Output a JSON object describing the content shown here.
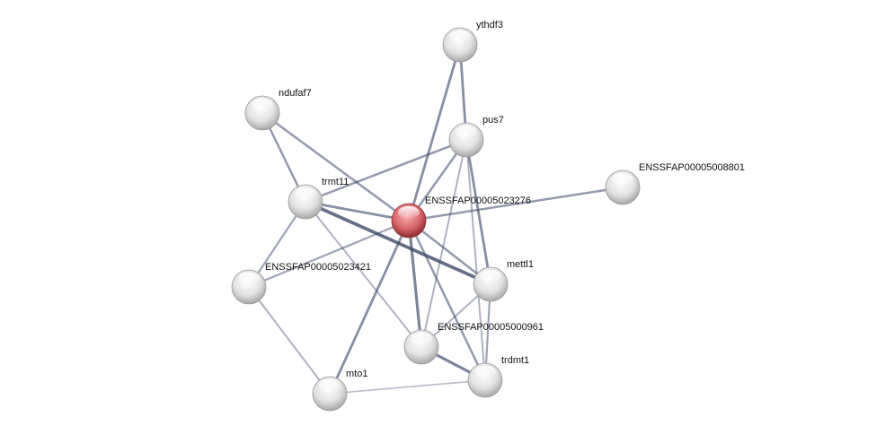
{
  "network": {
    "nodes": [
      {
        "id": "ythdf3",
        "label": "ythdf3",
        "query": false
      },
      {
        "id": "ndufaf7",
        "label": "ndufaf7",
        "query": false
      },
      {
        "id": "pus7",
        "label": "pus7",
        "query": false
      },
      {
        "id": "ENSSFAP00005008801",
        "label": "ENSSFAP00005008801",
        "query": false
      },
      {
        "id": "trmt11",
        "label": "trmt11",
        "query": false
      },
      {
        "id": "ENSSFAP00005023276",
        "label": "ENSSFAP00005023276",
        "query": true
      },
      {
        "id": "ENSSFAP00005023421",
        "label": "ENSSFAP00005023421",
        "query": false
      },
      {
        "id": "mettl1",
        "label": "mettl1",
        "query": false
      },
      {
        "id": "ENSSFAP00005000961",
        "label": "ENSSFAP00005000961",
        "query": false
      },
      {
        "id": "trdmt1",
        "label": "trdmt1",
        "query": false
      },
      {
        "id": "mto1",
        "label": "mto1",
        "query": false
      }
    ],
    "edges": [
      {
        "source": "ythdf3",
        "target": "pus7",
        "strength": 0.6
      },
      {
        "source": "ythdf3",
        "target": "ENSSFAP00005023276",
        "strength": 0.6
      },
      {
        "source": "ndufaf7",
        "target": "ENSSFAP00005023276",
        "strength": 0.5
      },
      {
        "source": "ndufaf7",
        "target": "trmt11",
        "strength": 0.5
      },
      {
        "source": "pus7",
        "target": "trmt11",
        "strength": 0.5
      },
      {
        "source": "pus7",
        "target": "ENSSFAP00005023276",
        "strength": 0.5
      },
      {
        "source": "pus7",
        "target": "mettl1",
        "strength": 0.6
      },
      {
        "source": "pus7",
        "target": "trdmt1",
        "strength": 0.3
      },
      {
        "source": "pus7",
        "target": "ENSSFAP00005000961",
        "strength": 0.3
      },
      {
        "source": "ENSSFAP00005023276",
        "target": "ENSSFAP00005008801",
        "strength": 0.5
      },
      {
        "source": "trmt11",
        "target": "ENSSFAP00005023276",
        "strength": 0.6
      },
      {
        "source": "trmt11",
        "target": "mettl1",
        "strength": 0.9
      },
      {
        "source": "trmt11",
        "target": "ENSSFAP00005023421",
        "strength": 0.4
      },
      {
        "source": "trmt11",
        "target": "ENSSFAP00005000961",
        "strength": 0.3
      },
      {
        "source": "ENSSFAP00005023276",
        "target": "ENSSFAP00005023421",
        "strength": 0.4
      },
      {
        "source": "ENSSFAP00005023276",
        "target": "mettl1",
        "strength": 0.5
      },
      {
        "source": "ENSSFAP00005023276",
        "target": "ENSSFAP00005000961",
        "strength": 0.7
      },
      {
        "source": "ENSSFAP00005023276",
        "target": "mto1",
        "strength": 0.6
      },
      {
        "source": "ENSSFAP00005023276",
        "target": "trdmt1",
        "strength": 0.5
      },
      {
        "source": "mettl1",
        "target": "ENSSFAP00005000961",
        "strength": 0.3
      },
      {
        "source": "mettl1",
        "target": "trdmt1",
        "strength": 0.4
      },
      {
        "source": "ENSSFAP00005000961",
        "target": "trdmt1",
        "strength": 0.7
      },
      {
        "source": "ENSSFAP00005023421",
        "target": "mto1",
        "strength": 0.3
      },
      {
        "source": "mto1",
        "target": "trdmt1",
        "strength": 0.2
      }
    ]
  },
  "colors": {
    "edge": "#3c4668",
    "node": "#e6e6e6",
    "query_node": "#d9666b"
  }
}
